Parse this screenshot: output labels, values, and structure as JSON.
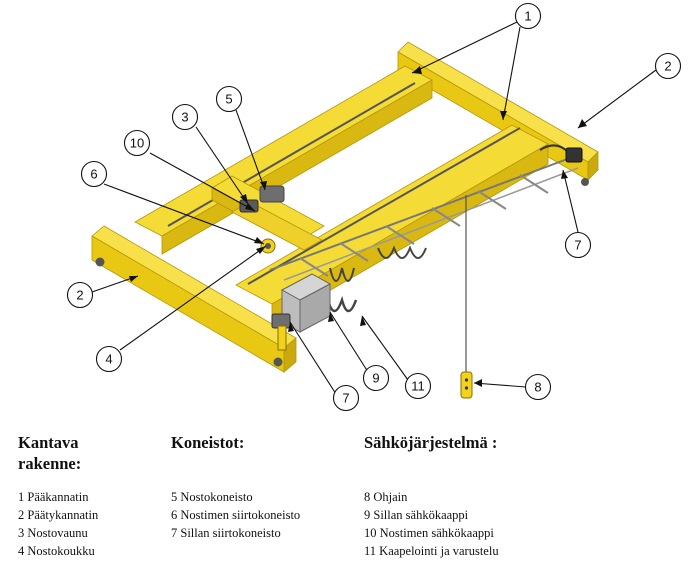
{
  "callouts": [
    {
      "num": "1"
    },
    {
      "num": "2"
    },
    {
      "num": "3"
    },
    {
      "num": "5"
    },
    {
      "num": "10"
    },
    {
      "num": "6"
    },
    {
      "num": "7"
    },
    {
      "num": "2"
    },
    {
      "num": "4"
    },
    {
      "num": "9"
    },
    {
      "num": "11"
    },
    {
      "num": "7"
    },
    {
      "num": "8"
    }
  ],
  "legend": {
    "structure": {
      "heading_line1": "Kantava",
      "heading_line2": "rakenne:",
      "items": [
        "1 Pääkannatin",
        "2 Päätykannatin",
        "3 Nostovaunu",
        "4 Nostokoukku"
      ]
    },
    "machinery": {
      "heading": "Koneistot:",
      "items": [
        "5 Nostokoneisto",
        "6 Nostimen siirtokoneisto",
        "7 Sillan siirtokoneisto"
      ]
    },
    "electrical": {
      "heading": "Sähköjärjestelmä :",
      "items": [
        "8 Ohjain",
        "9 Sillan sähkökaappi",
        "10 Nostimen sähkökaappi",
        "11 Kaapelointi ja varustelu"
      ]
    }
  },
  "colors": {
    "beam_yellow": "#f2d21c",
    "beam_shadow": "#c9a90e",
    "beam_dark": "#9c8208",
    "rail_grey": "#8a8a8a",
    "machine_grey": "#6e6e6e"
  }
}
